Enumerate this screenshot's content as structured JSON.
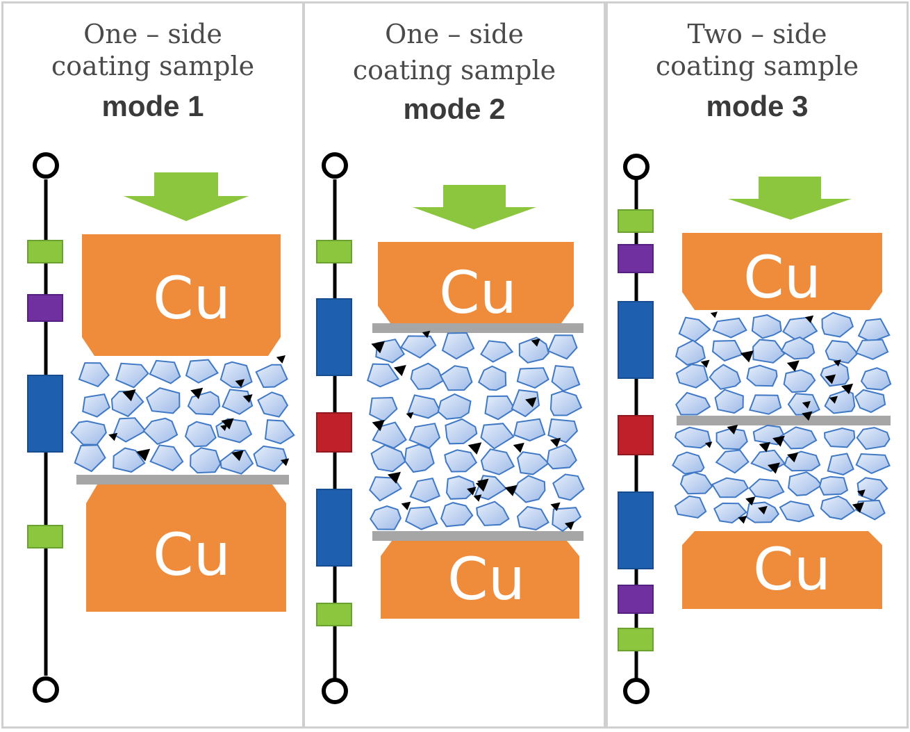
{
  "panels": [
    {
      "line1": "One – side",
      "line2": "coating sample",
      "mode": "mode 1",
      "top_label": "Cu",
      "bottom_label": "Cu"
    },
    {
      "line1": "One – side",
      "line2": "coating sample",
      "mode": "mode 2",
      "top_label": "Cu",
      "bottom_label": "Cu"
    },
    {
      "line1": "Two – side",
      "line2": "coating sample",
      "mode": "mode 3",
      "top_label": "Cu",
      "bottom_label": "Cu"
    }
  ],
  "colors": {
    "copper": "#ef8c3c",
    "arrow": "#8cc63f",
    "particle_fill": "#b8cdf0",
    "particle_stroke": "#3f78c4",
    "coating_layer": "#a6a6a6",
    "resistor_green": "#8cc63f",
    "resistor_purple": "#7030a0",
    "resistor_blue": "#1f5fb0",
    "resistor_red": "#c0202a",
    "wire": "#000000"
  }
}
